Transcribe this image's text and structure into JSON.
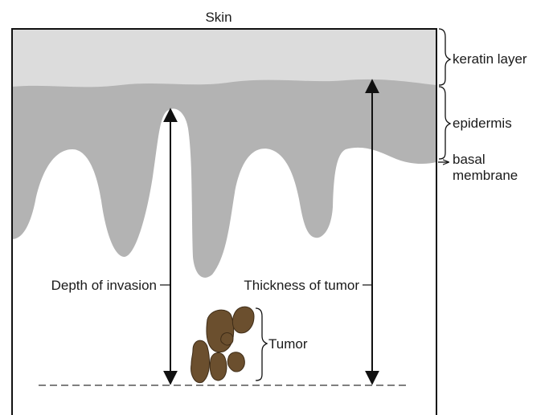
{
  "title": "Skin",
  "layers": {
    "keratin": {
      "label": "keratin layer",
      "color": "#dcdcdc"
    },
    "epidermis": {
      "label": "epidermis",
      "color": "#b3b3b3"
    },
    "basal": {
      "label": "basal\nmembrane"
    }
  },
  "measurements": {
    "depth": {
      "label": "Depth of invasion"
    },
    "thickness": {
      "label": "Thickness of tumor"
    }
  },
  "tumor": {
    "label": "Tumor",
    "color": "#6b4f2e"
  }
}
